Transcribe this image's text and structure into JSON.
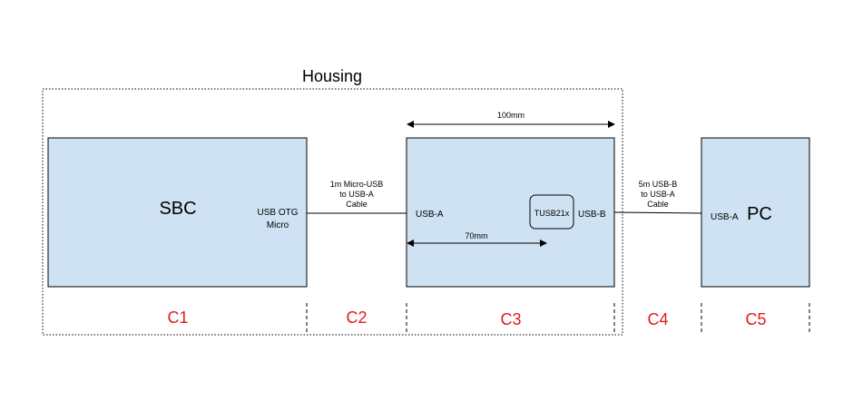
{
  "housing": {
    "label": "Housing"
  },
  "sbc": {
    "label": "SBC",
    "port_line1": "USB OTG",
    "port_line2": "Micro"
  },
  "cable1": {
    "line1": "1m Micro-USB",
    "line2": "to USB-A",
    "line3": "Cable"
  },
  "board": {
    "port_in": "USB-A",
    "chip": "TUSB21x",
    "port_out": "USB-B",
    "width_label": "100mm",
    "offset_label": "70mm"
  },
  "cable2": {
    "line1": "5m USB-B",
    "line2": "to USB-A",
    "line3": "Cable"
  },
  "pc": {
    "label": "PC",
    "port": "USB-A"
  },
  "segments": {
    "c1": "C1",
    "c2": "C2",
    "c3": "C3",
    "c4": "C4",
    "c5": "C5"
  },
  "colors": {
    "box_fill": "#cfe2f3",
    "segment_label": "#e01b1b"
  }
}
